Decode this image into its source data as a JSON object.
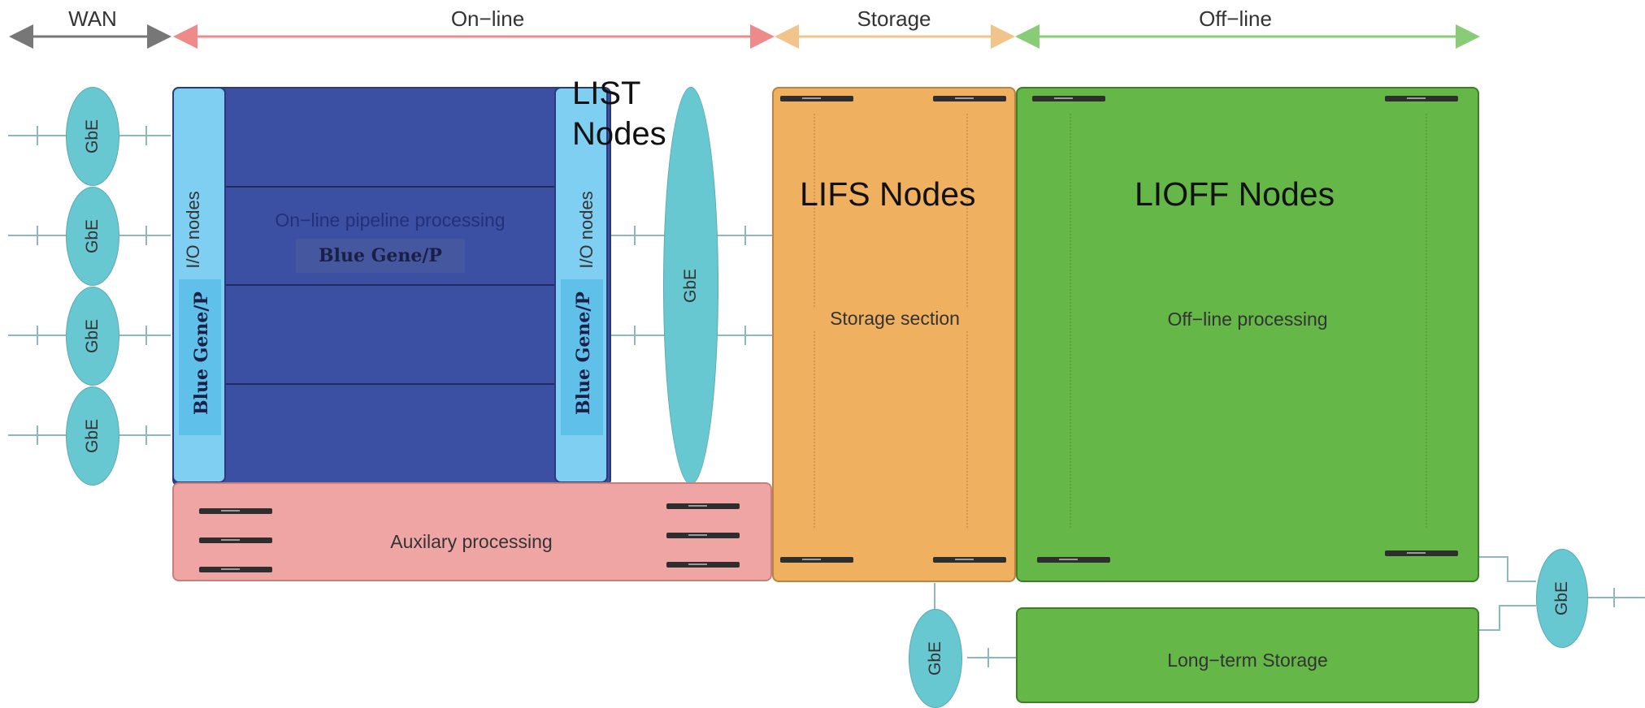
{
  "sections": {
    "wan": "WAN",
    "online": "On−line",
    "storage": "Storage",
    "offline": "Off−line"
  },
  "gbe": "GbE",
  "io_nodes": "I/O nodes",
  "blue_gene": "Blue Gene/P",
  "online_processing": "On−line pipeline processing",
  "list_nodes": "LIST\nNodes",
  "lifs_nodes": "LIFS Nodes",
  "lioff_nodes": "LIOFF Nodes",
  "storage_section": "Storage section",
  "offline_processing": "Off−line processing",
  "auxiliary": "Auxilary processing",
  "long_term": "Long−term Storage",
  "colors": {
    "wan_arrow": "#777777",
    "online_arrow": "#ef8a8a",
    "storage_arrow": "#f1c48c",
    "offline_arrow": "#88cc77",
    "gbe": "#67c8d2",
    "io_nodes": "#7fcff3",
    "blue_gene": "#3b4fa3",
    "storage": "#efb05f",
    "offline": "#65b748",
    "auxiliary": "#f0a5a5"
  }
}
